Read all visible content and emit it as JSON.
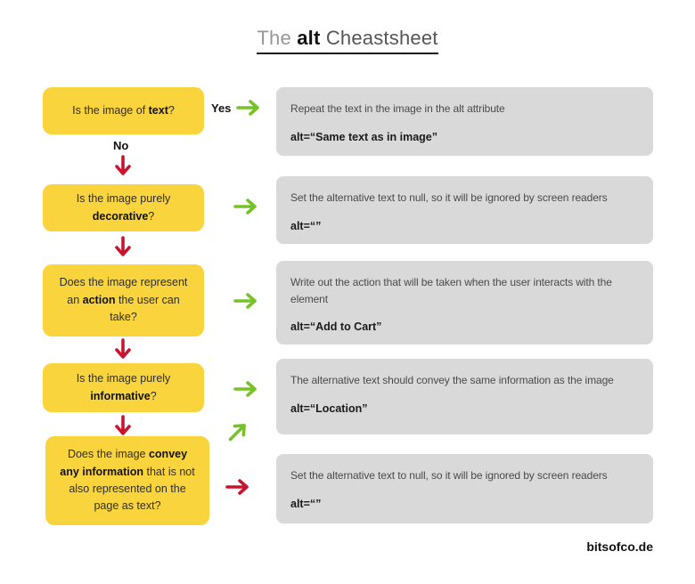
{
  "title": {
    "word_light": "The ",
    "word_bold": "alt",
    "word_rest": " Cheastsheet"
  },
  "labels": {
    "yes": "Yes",
    "no": "No"
  },
  "footer": {
    "brand": "bitsofco.de"
  },
  "colors": {
    "question_box": "#FAD43D",
    "answer_box": "#D9D9D9",
    "yes_arrow_green": "#77C226",
    "no_arrow_red": "#C9142E"
  },
  "flow": {
    "rows": [
      {
        "question": {
          "pre": "Is the image of ",
          "bold": "text",
          "post": "?"
        },
        "yes_path": "right-arrow",
        "no_path": "down-arrow",
        "answer": {
          "description": "Repeat the text in the image in the alt attribute",
          "code": "alt=“Same text as in image”"
        }
      },
      {
        "question": {
          "pre": "Is the image purely ",
          "bold": "decorative",
          "post": "?"
        },
        "yes_path": "right-arrow",
        "no_path": "down-arrow",
        "answer": {
          "description": "Set the alternative text to null, so it will be ignored by screen readers",
          "code": "alt=“”"
        }
      },
      {
        "question": {
          "pre": "Does the image represent an ",
          "bold": "action",
          "post": " the user can take?"
        },
        "yes_path": "right-arrow",
        "no_path": "down-arrow",
        "answer": {
          "description": "Write out the action that will be taken when the user interacts with the element",
          "code": "alt=“Add to Cart”"
        }
      },
      {
        "question": {
          "pre": "Is the image purely ",
          "bold": "informative",
          "post": "?"
        },
        "yes_path": "right-arrow",
        "no_path": "down-arrow",
        "answer": {
          "description": "The alternative text should convey the same information as the image",
          "code": "alt=“Location”"
        }
      },
      {
        "question": {
          "pre": "Does the image ",
          "bold": "convey any information",
          "post": " that is not also represented on the page as text?"
        },
        "yes_path": "diagonal-up-right-arrow",
        "no_path": "right-arrow",
        "answer": {
          "description": "Set the alternative text to null, so it will be ignored by screen readers",
          "code": "alt=“”"
        }
      }
    ]
  }
}
